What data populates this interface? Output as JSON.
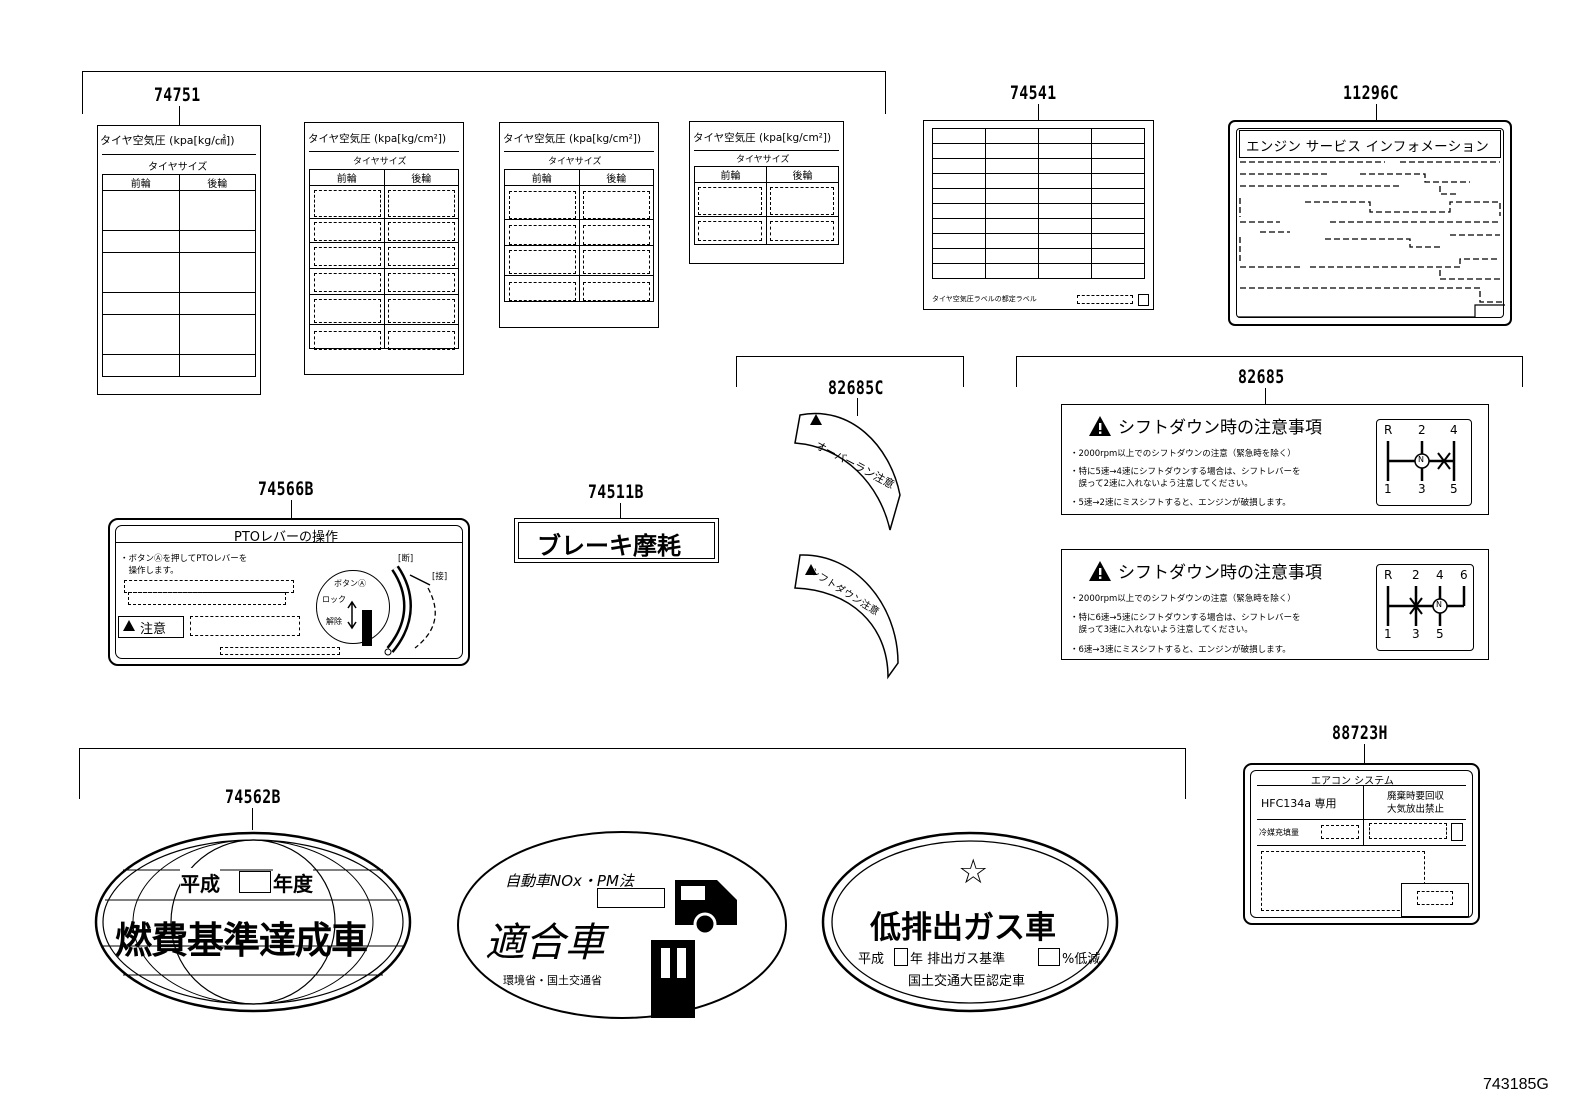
{
  "parts": {
    "p74751": "74751",
    "p74541": "74541",
    "p11296C": "11296C",
    "p82685C": "82685C",
    "p82685": "82685",
    "p74566B": "74566B",
    "p74511B": "74511B",
    "p74562B": "74562B",
    "p88723H": "88723H"
  },
  "tire": {
    "title1": "タイヤ空気圧 (kpa[kg/㎠])",
    "title2": "タイヤ空気圧 (kpa[kg/cm²])",
    "size": "タイヤサイズ",
    "front": "前輪",
    "rear": "後輪"
  },
  "l74541": {
    "caption": "タイヤ空気圧ラベルの都定ラベル"
  },
  "l11296C": {
    "title": "エンジン サービス インフォメーション"
  },
  "l82685C": {
    "upper": "オーバーラン注意",
    "lower": "シフトダウン注意"
  },
  "l82685": {
    "title": "シフトダウン時の注意事項",
    "a_line1": "・2000rpm以上でのシフトダウンの注意（緊急時を除く）",
    "a_line2": "・特に5速→4速にシフトダウンする場合は、シフトレバーを",
    "a_line3": "　誤って2速に入れないよう注意してください。",
    "a_line4": "・5速→2速にミスシフトすると、エンジンが破損します。",
    "b_line1": "・2000rpm以上でのシフトダウンの注意（緊急時を除く）",
    "b_line2": "・特に6速→5速にシフトダウンする場合は、シフトレバーを",
    "b_line3": "　誤って3速に入れないよう注意してください。",
    "b_line4": "・6速→3速にミスシフトすると、エンジンが破損します。",
    "gate_a": [
      "R",
      "2",
      "4",
      "N",
      "1",
      "3",
      "5"
    ],
    "gate_b": [
      "R",
      "2",
      "4",
      "6",
      "N",
      "1",
      "3",
      "5"
    ]
  },
  "l74566B": {
    "title": "PTOレバーの操作",
    "line1": "・ボタンⒶを押してPTOレバーを",
    "line2": "　操作します。",
    "caution": "注意",
    "button": "ボタンⒶ",
    "lock": "ロック",
    "release": "解除",
    "cut": "[断]",
    "engage": "[接]"
  },
  "l74511B": {
    "text": "ブレーキ摩耗"
  },
  "l74562B": {
    "heisei": "平成",
    "nendo": "年度",
    "fuel": "燃費基準達成車",
    "nox": "自動車NOx・PM法",
    "tekigou": "適合車",
    "ministries": "環境省・国土交通省",
    "star": "☆",
    "low": "低排出ガス車",
    "std_a": "平成",
    "std_b": "年 排出ガス基準",
    "std_c": "%低減",
    "cert": "国土交通大臣認定車"
  },
  "l88723H": {
    "title": "エアコン システム",
    "hfc": "HFC134a 専用",
    "recover1": "廃棄時要回収",
    "recover2": "大気放出禁止",
    "charge": "冷媒充填量"
  },
  "figure_id": "743185G"
}
